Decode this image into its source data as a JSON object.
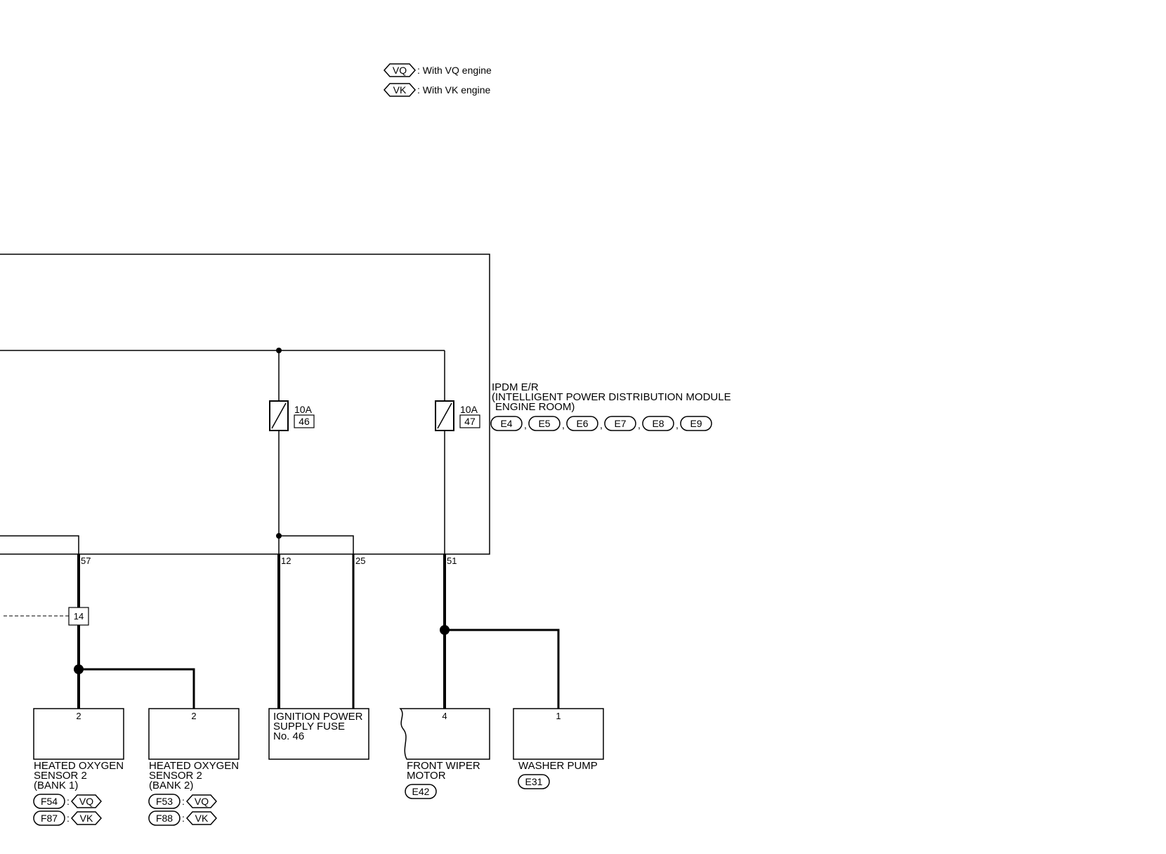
{
  "legend": [
    {
      "tag": "VQ",
      "text": ": With VQ engine"
    },
    {
      "tag": "VK",
      "text": ": With VK engine"
    }
  ],
  "ipdm": {
    "label_line1": "IPDM E/R",
    "label_line2": "(INTELLIGENT POWER DISTRIBUTION MODULE",
    "label_line3": "ENGINE ROOM)",
    "connectors": [
      "E4",
      "E5",
      "E6",
      "E7",
      "E8",
      "E9"
    ],
    "connector_sep": ","
  },
  "fuses": [
    {
      "rating": "10A",
      "number": "46"
    },
    {
      "rating": "10A",
      "number": "47"
    }
  ],
  "pins": {
    "p57": "57",
    "p12": "12",
    "p25": "25",
    "p51": "51"
  },
  "joint_connector": "14",
  "components": {
    "hos_bank1": {
      "pin": "2",
      "line1": "HEATED OXYGEN",
      "line2": "SENSOR 2",
      "line3": "(BANK 1)",
      "conn_vq": "F54",
      "conn_vk": "F87",
      "tag_vq": "VQ",
      "tag_vk": "VK",
      "sep": ":"
    },
    "hos_bank2": {
      "pin": "2",
      "line1": "HEATED OXYGEN",
      "line2": "SENSOR 2",
      "line3": "(BANK 2)",
      "conn_vq": "F53",
      "conn_vk": "F88",
      "tag_vq": "VQ",
      "tag_vk": "VK",
      "sep": ":"
    },
    "ign_fuse": {
      "line1": "IGNITION POWER",
      "line2": "SUPPLY FUSE",
      "line3": "No. 46"
    },
    "wiper": {
      "pin": "4",
      "line1": "FRONT WIPER",
      "line2": "MOTOR",
      "conn": "E42"
    },
    "washer": {
      "pin": "1",
      "line1": "WASHER PUMP",
      "conn": "E31"
    }
  }
}
